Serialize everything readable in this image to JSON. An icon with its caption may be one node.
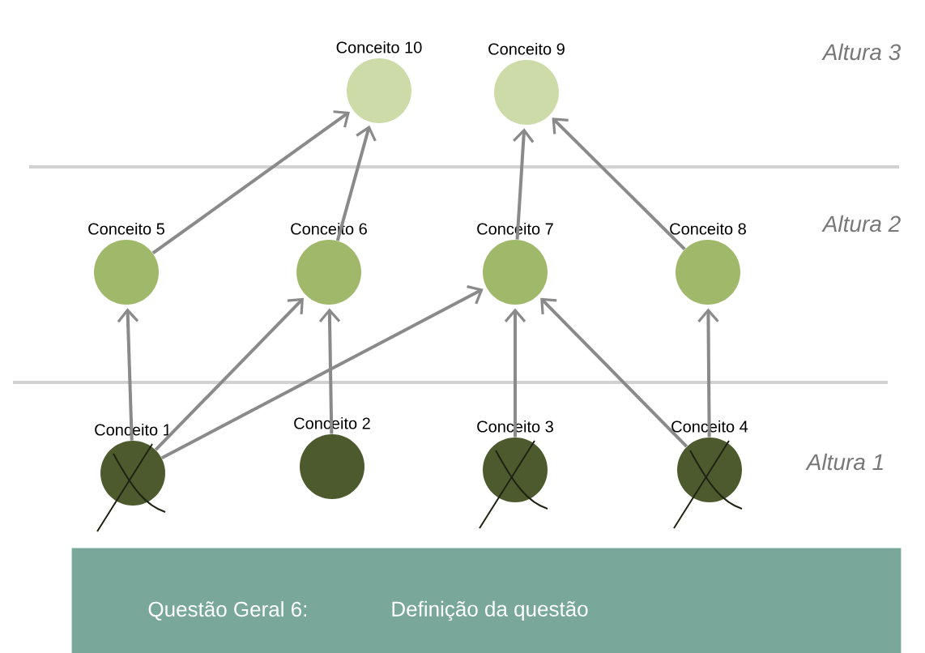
{
  "diagram": {
    "nodes": [
      {
        "text": [
          "Conceito 10"
        ]
      },
      {
        "text": [
          "Conceito 9"
        ]
      },
      {
        "text": [
          "Conceito 5"
        ]
      },
      {
        "text": [
          "Conceito 6"
        ]
      },
      {
        "text": [
          "Conceito 7"
        ]
      },
      {
        "text": [
          "Conceito 8"
        ]
      },
      {
        "text": [
          "Conceito 1"
        ]
      },
      {
        "text": [
          "Conceito 2"
        ]
      },
      {
        "text": [
          "Conceito 3"
        ]
      },
      {
        "text": [
          "Conceito 4"
        ]
      },
      {
        "text": [
          "Questão Geral 6:",
          "Definição da questão"
        ]
      }
    ],
    "edges": [
      {
        "from": 2,
        "to": 0,
        "arrow": "to"
      },
      {
        "from": 3,
        "to": 0,
        "arrow": "to"
      },
      {
        "from": 4,
        "to": 1,
        "arrow": "to"
      },
      {
        "from": 5,
        "to": 1,
        "arrow": "to"
      },
      {
        "from": 6,
        "to": 2,
        "arrow": "to"
      },
      {
        "from": 6,
        "to": 3,
        "arrow": "to"
      },
      {
        "from": 6,
        "to": 4,
        "arrow": "to"
      },
      {
        "from": 7,
        "to": 3,
        "arrow": "to"
      },
      {
        "from": 8,
        "to": 4,
        "arrow": "to"
      },
      {
        "from": 9,
        "to": 4,
        "arrow": "to"
      },
      {
        "from": 9,
        "to": 5,
        "arrow": "to"
      }
    ],
    "labels": [
      "Altura 3",
      "Altura 2",
      "Altura 1"
    ]
  }
}
